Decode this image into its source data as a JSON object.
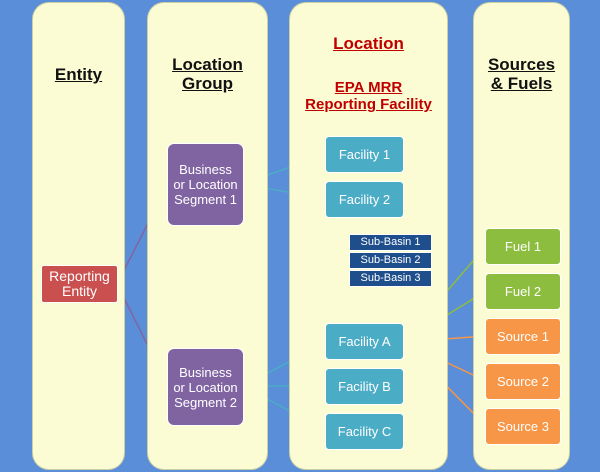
{
  "columns": {
    "entity": {
      "title": "Entity"
    },
    "location_group": {
      "title_line1": "Location",
      "title_line2": "Group"
    },
    "location": {
      "title": "Location",
      "subtitle_line1": "EPA MRR",
      "subtitle_line2": "Reporting Facility"
    },
    "sources_fuels": {
      "title_line1": "Sources",
      "title_line2": "& Fuels"
    }
  },
  "nodes": {
    "reporting_entity": {
      "line1": "Reporting",
      "line2": "Entity"
    },
    "segment1": {
      "line1": "Business",
      "line2": "or Location",
      "line3": "Segment 1"
    },
    "segment2": {
      "line1": "Business",
      "line2": "or Location",
      "line3": "Segment 2"
    },
    "facility1": "Facility 1",
    "facility2": "Facility 2",
    "facilityA": "Facility A",
    "facilityB": "Facility B",
    "facilityC": "Facility C",
    "subbasin1": "Sub-Basin 1",
    "subbasin2": "Sub-Basin 2",
    "subbasin3": "Sub-Basin 3",
    "fuel1": "Fuel 1",
    "fuel2": "Fuel 2",
    "source1": "Source 1",
    "source2": "Source 2",
    "source3": "Source 3"
  },
  "colors": {
    "background": "#5b8ed8",
    "column_fill": "#fbfbd4",
    "entity": "#c9504f",
    "group": "#8064a2",
    "facility": "#4bacc6",
    "subbasin": "#1f4e8c",
    "fuel": "#8dbd3f",
    "source": "#f79646"
  }
}
